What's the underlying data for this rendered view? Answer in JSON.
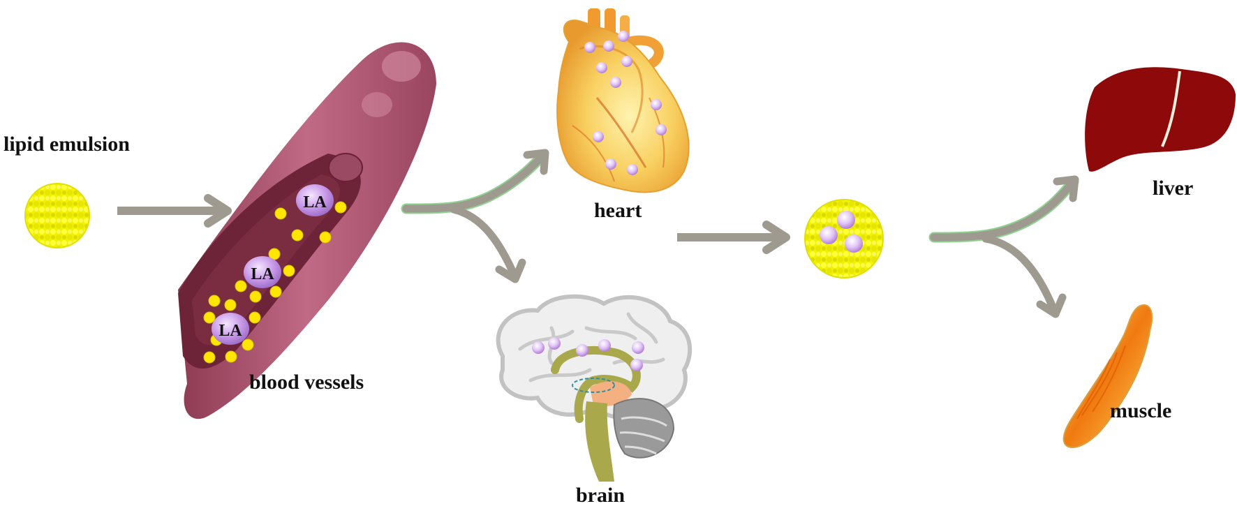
{
  "labels": {
    "lipid_emulsion": "lipid emulsion",
    "blood_vessels": "blood vessels",
    "heart": "heart",
    "brain": "brain",
    "liver": "liver",
    "muscle": "muscle"
  },
  "particle_label": "LA",
  "colors": {
    "emulsion_yellow": "#f2f200",
    "droplet_yellow": "#ffe600",
    "la_purple": "#c99ae8",
    "arrow_gray": "#9e9a90",
    "arrow_green_edge": "#8fd18f",
    "vessel": "#b85c78",
    "liver": "#8e0a0a",
    "muscle": "#f08a10",
    "heart": "#f5b84a",
    "brain_gray": "#c9c9c9",
    "brainstem": "#a9a84a"
  }
}
